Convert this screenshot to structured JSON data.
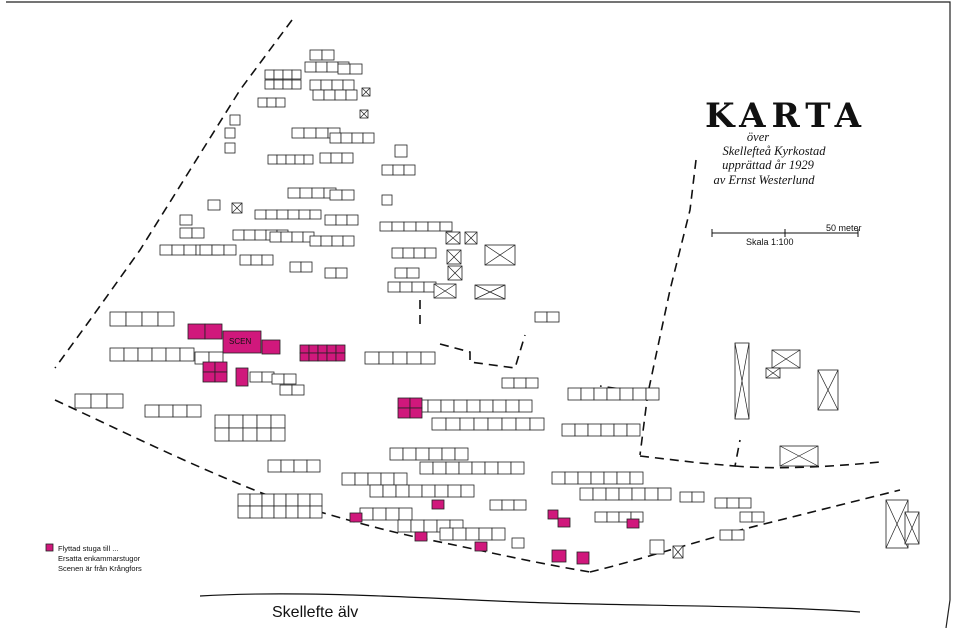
{
  "map": {
    "title": "KARTA",
    "subtitle_lines": [
      "över",
      "Skellefteå Kyrkostad",
      "upprättad år 1929",
      "av Ernst Westerlund"
    ],
    "scale": {
      "distance_label": "50 meter",
      "ratio_label": "Skala 1:100"
    },
    "river_label": "Skellefte älv",
    "stage_label": "SCEN",
    "legend": {
      "color": "#d0187c",
      "items": [
        "Flyttad stuga till ...",
        "Ersatta enkammarstugor",
        "Scenen är från Krångfors"
      ]
    },
    "colors": {
      "accent": "#d0187c",
      "line": "#222222"
    }
  }
}
